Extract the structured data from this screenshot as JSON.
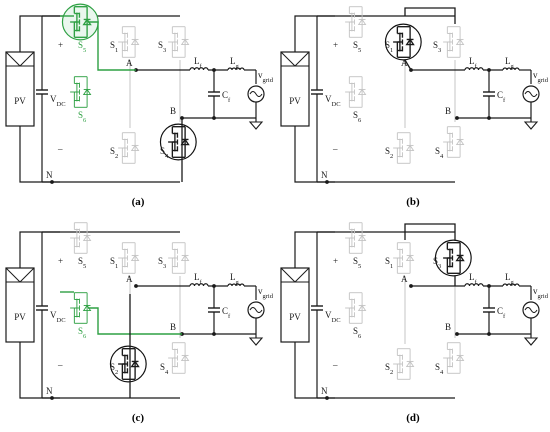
{
  "panels": [
    {
      "id": "a",
      "caption": "(a)",
      "pv": "PV",
      "vdc": "V",
      "vdc_sub": "DC",
      "plus": "+",
      "minus": "–",
      "s5": "S",
      "s5_sub": "5",
      "s6": "S",
      "s6_sub": "6",
      "s1": "S",
      "s1_sub": "1",
      "s2": "S",
      "s2_sub": "2",
      "s3": "S",
      "s3_sub": "3",
      "s4": "S",
      "s4_sub": "4",
      "A": "A",
      "B": "B",
      "N": "N",
      "lf": "L",
      "lf_sub": "f",
      "lg": "L",
      "lg_sub": "g",
      "cf": "C",
      "cf_sub": "f",
      "vgrid": "v",
      "vgrid_sub": "grid"
    },
    {
      "id": "b",
      "caption": "(b)",
      "pv": "PV",
      "vdc": "V",
      "vdc_sub": "DC",
      "plus": "+",
      "minus": "–",
      "s5": "S",
      "s5_sub": "5",
      "s6": "S",
      "s6_sub": "6",
      "s1": "S",
      "s1_sub": "1",
      "s2": "S",
      "s2_sub": "2",
      "s3": "S",
      "s3_sub": "3",
      "s4": "S",
      "s4_sub": "4",
      "A": "A",
      "B": "B",
      "N": "N",
      "lf": "L",
      "lf_sub": "f",
      "lg": "L",
      "lg_sub": "g",
      "cf": "C",
      "cf_sub": "f",
      "vgrid": "v",
      "vgrid_sub": "grid"
    },
    {
      "id": "c",
      "caption": "(c)",
      "pv": "PV",
      "vdc": "V",
      "vdc_sub": "DC",
      "plus": "+",
      "minus": "–",
      "s5": "S",
      "s5_sub": "5",
      "s6": "S",
      "s6_sub": "6",
      "s1": "S",
      "s1_sub": "1",
      "s2": "S",
      "s2_sub": "2",
      "s3": "S",
      "s3_sub": "3",
      "s4": "S",
      "s4_sub": "4",
      "A": "A",
      "B": "B",
      "N": "N",
      "lf": "L",
      "lf_sub": "f",
      "lg": "L",
      "lg_sub": "g",
      "cf": "C",
      "cf_sub": "f",
      "vgrid": "v",
      "vgrid_sub": "grid"
    },
    {
      "id": "d",
      "caption": "(d)",
      "pv": "PV",
      "vdc": "V",
      "vdc_sub": "DC",
      "plus": "+",
      "minus": "–",
      "s5": "S",
      "s5_sub": "5",
      "s6": "S",
      "s6_sub": "6",
      "s1": "S",
      "s1_sub": "1",
      "s2": "S",
      "s2_sub": "2",
      "s3": "S",
      "s3_sub": "3",
      "s4": "S",
      "s4_sub": "4",
      "A": "A",
      "B": "B",
      "N": "N",
      "lf": "L",
      "lf_sub": "f",
      "lg": "L",
      "lg_sub": "g",
      "cf": "C",
      "cf_sub": "f",
      "vgrid": "v",
      "vgrid_sub": "grid"
    }
  ],
  "colors": {
    "wire": "#1a1a1a",
    "inactive": "#c4c4c4",
    "active_path": "#2ea043"
  }
}
